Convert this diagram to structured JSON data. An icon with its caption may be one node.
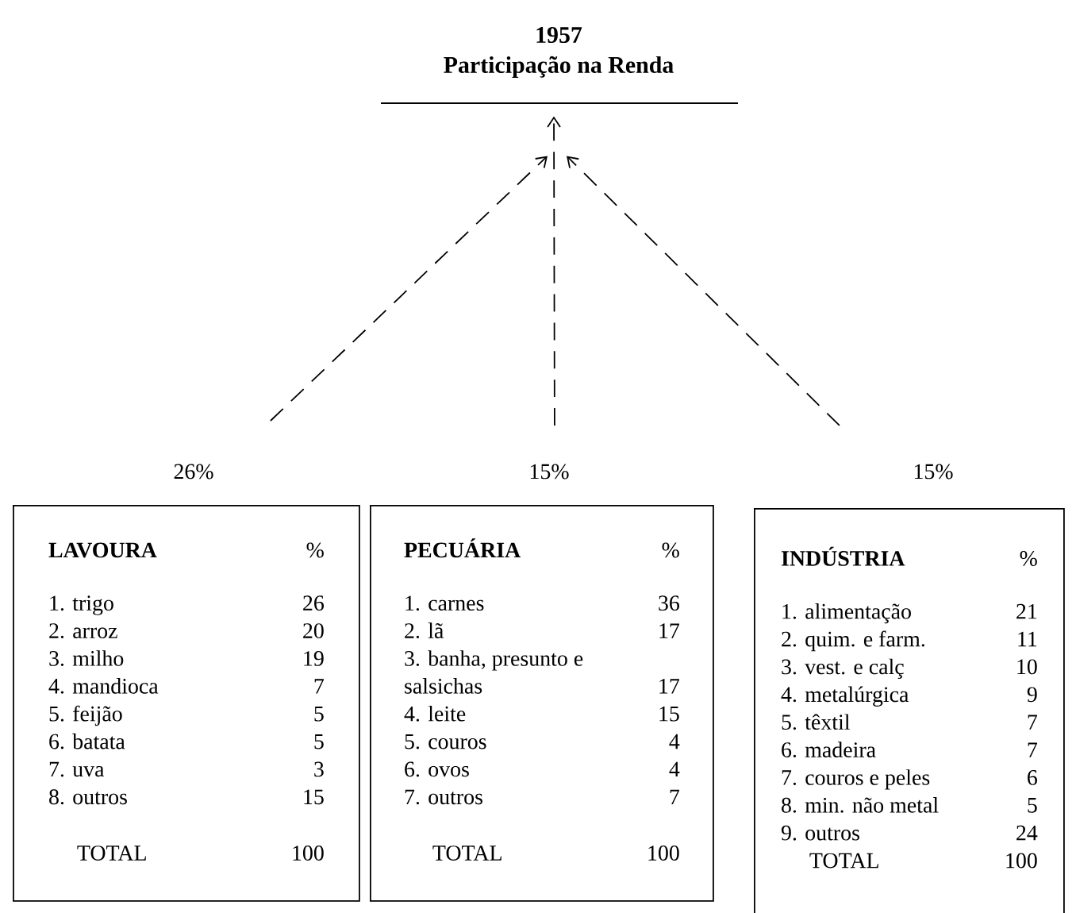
{
  "diagram": {
    "nodes": [
      {
        "text": [
          "1957",
          "Participação na Renda"
        ]
      },
      {
        "text": [
          "LAVOURA",
          "%",
          "1. trigo",
          "26",
          "2. arroz",
          "20",
          "3. milho",
          "19",
          "4. mandioca",
          "7",
          "5. feijão",
          "5",
          "6. batata",
          "5",
          "7. uva",
          "3",
          "8. outros",
          "15",
          "TOTAL",
          "100"
        ],
        "beside": [
          "26%"
        ]
      },
      {
        "text": [
          "PECUÁRIA",
          "%",
          "1. carnes",
          "36",
          "2. lã",
          "17",
          "3. banha, presunto e salsichas",
          "17",
          "4. leite",
          "15",
          "5. couros",
          "4",
          "6. ovos",
          "4",
          "7. outros",
          "7",
          "TOTAL",
          "100"
        ],
        "beside": [
          "15%"
        ]
      },
      {
        "text": [
          "INDÚSTRIA",
          "%",
          "1. alimentação",
          "21",
          "2. quim. e farm.",
          "11",
          "3. vest. e calç",
          "10",
          "4. metalúrgica",
          "9",
          "5. têxtil",
          "7",
          "6. madeira",
          "7",
          "7. couros e peles",
          "6",
          "8. min. não metal",
          "5",
          "9. outros",
          "24",
          "TOTAL",
          "100"
        ],
        "beside": [
          "15%"
        ]
      }
    ],
    "edges": [
      {
        "from": 1,
        "to": 0,
        "arrow": "to",
        "style": "dashed"
      },
      {
        "from": 2,
        "to": 0,
        "arrow": "to",
        "style": "dashed"
      },
      {
        "from": 3,
        "to": 0,
        "arrow": "to",
        "style": "dashed"
      }
    ]
  }
}
